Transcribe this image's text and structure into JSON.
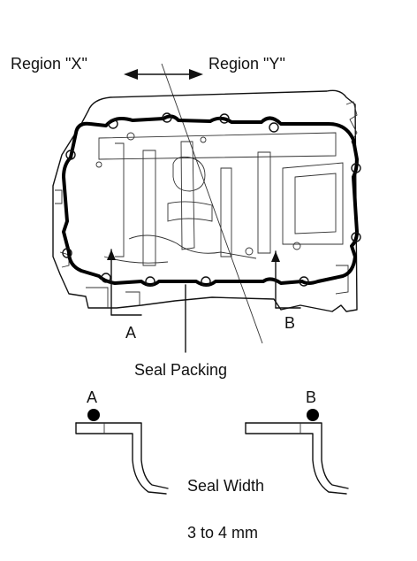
{
  "labels": {
    "region_x": "Region \"X\"",
    "region_y": "Region \"Y\"",
    "marker_a": "A",
    "marker_b": "B",
    "seal_packing": "Seal Packing",
    "detail_a": "A",
    "detail_b": "B",
    "seal_width": "Seal Width",
    "seal_width_value": "3 to 4 mm"
  },
  "colors": {
    "line": "#111111",
    "seal": "#000000",
    "background": "#ffffff"
  }
}
